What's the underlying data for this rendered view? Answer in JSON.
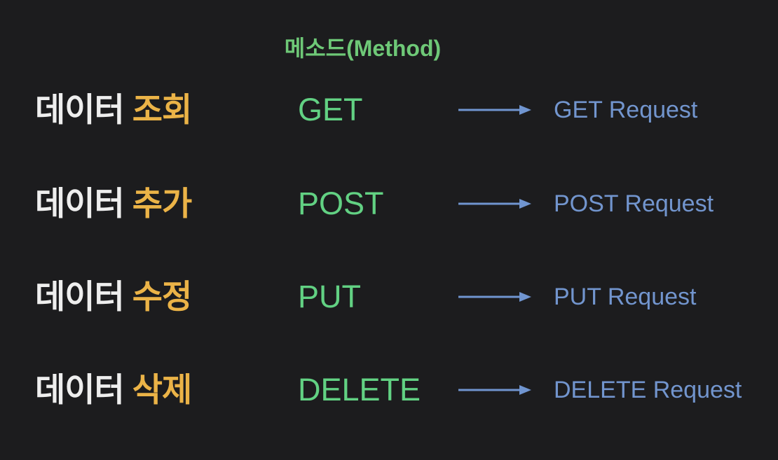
{
  "title": "메소드(Method)",
  "colors": {
    "background": "#1c1c1e",
    "title_green": "#6ec877",
    "method_green": "#62d183",
    "korean_white": "#eeeeee",
    "korean_accent_orange": "#ebb347",
    "request_blue": "#7295ce",
    "arrow_blue": "#7095d0"
  },
  "rows": [
    {
      "label_prefix": "데이터",
      "label_accent": "조회",
      "method": "GET",
      "request": "GET Request"
    },
    {
      "label_prefix": "데이터",
      "label_accent": "추가",
      "method": "POST",
      "request": "POST Request"
    },
    {
      "label_prefix": "데이터",
      "label_accent": "수정",
      "method": "PUT",
      "request": "PUT Request"
    },
    {
      "label_prefix": "데이터",
      "label_accent": "삭제",
      "method": "DELETE",
      "request": "DELETE Request"
    }
  ]
}
